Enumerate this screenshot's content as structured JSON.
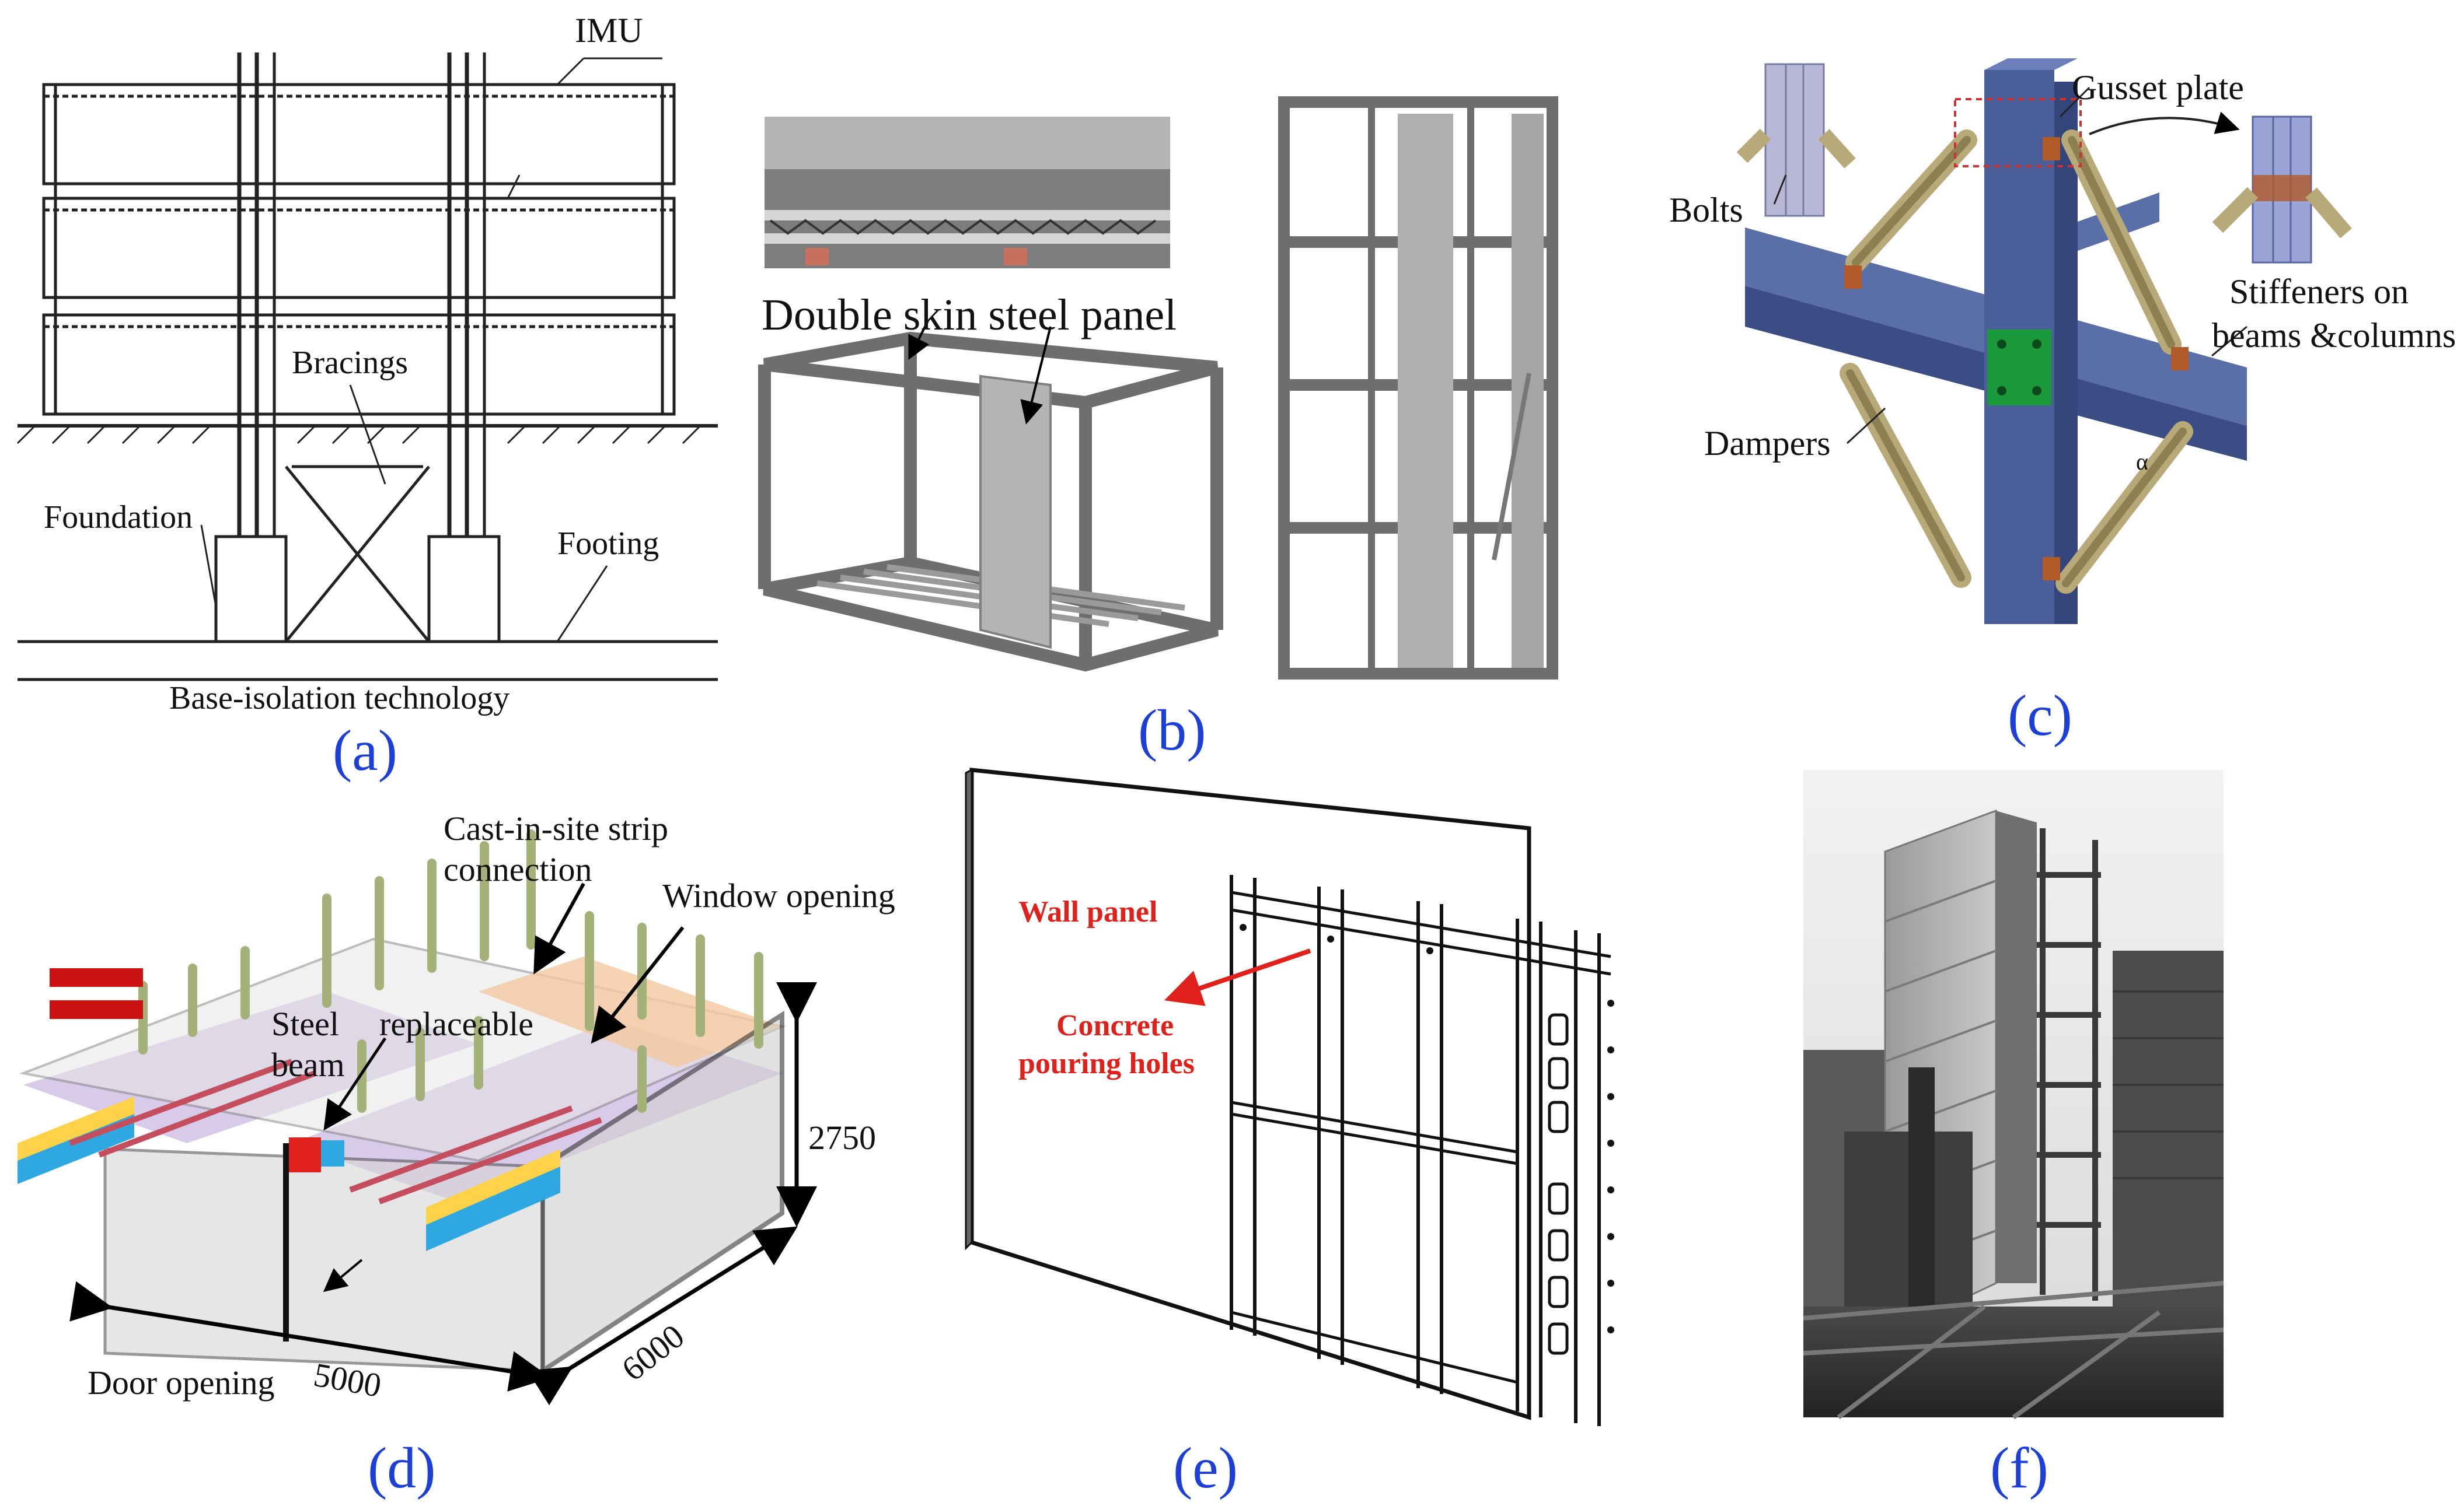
{
  "panels": {
    "a": {
      "caption": "(a)",
      "labels": {
        "imu": "IMU",
        "bracings": "Bracings",
        "foundation": "Foundation",
        "footing": "Footing",
        "base": "Base-isolation technology"
      }
    },
    "b": {
      "caption": "(b)",
      "labels": {
        "panel": "Double skin steel panel"
      }
    },
    "c": {
      "caption": "(c)",
      "labels": {
        "gusset": "Gusset plate",
        "bolts": "Bolts",
        "stiffeners_1": "Stiffeners on",
        "stiffeners_2": "beams &columns",
        "dampers": "Dampers",
        "alpha": "α"
      }
    },
    "d": {
      "caption": "(d)",
      "labels": {
        "cast_1": "Cast-in-site strip",
        "cast_2": "connection",
        "window": "Window opening",
        "steel": "Steel",
        "beam": "beam",
        "replaceable": "replaceable",
        "height": "2750",
        "width": "5000",
        "depth": "6000",
        "door": "Door opening"
      }
    },
    "e": {
      "caption": "(e)",
      "labels": {
        "wall": "Wall  panel",
        "concrete": "Concrete",
        "pouring": "pouring holes"
      }
    },
    "f": {
      "caption": "(f)"
    }
  },
  "colors": {
    "caption": "#1c3fd8",
    "blue_steel": "#4a5f9a",
    "damper": "#b7a978",
    "gusset_green": "#1a9a3a",
    "annotation_red": "#e0201a",
    "slab_purple": "#c7b3e0",
    "strip_orange": "#f4c8a0"
  }
}
